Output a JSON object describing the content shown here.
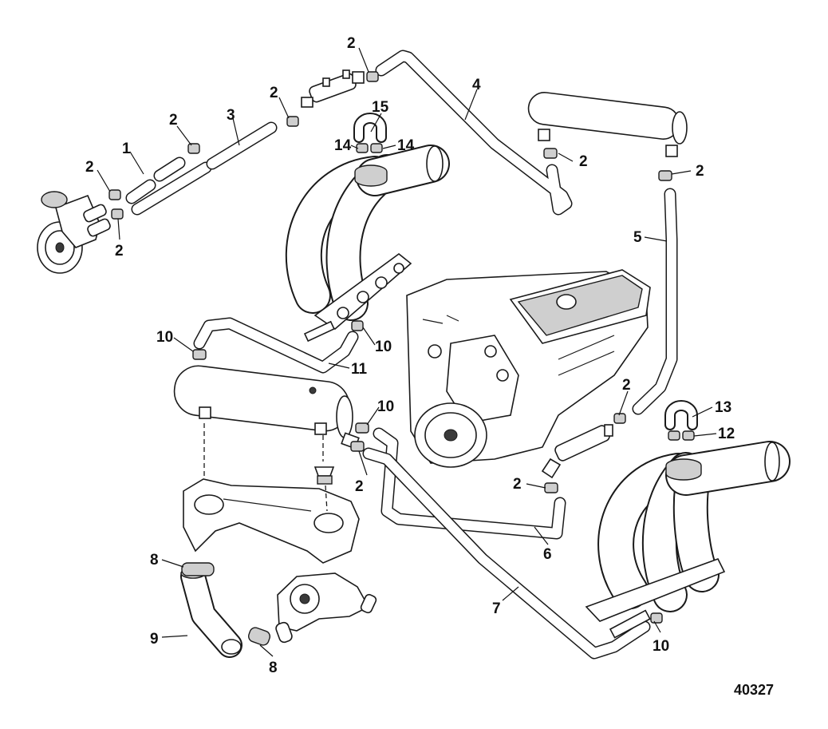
{
  "figure_number": "40327",
  "callouts": {
    "c1": "1",
    "c2a": "2",
    "c2b": "2",
    "c2c": "2",
    "c2d": "2",
    "c2e": "2",
    "c2f": "2",
    "c2g": "2",
    "c2h": "2",
    "c2i": "2",
    "c2j": "2",
    "c3": "3",
    "c4": "4",
    "c5": "5",
    "c6": "6",
    "c7": "7",
    "c8a": "8",
    "c8b": "8",
    "c9": "9",
    "c10a": "10",
    "c10b": "10",
    "c10c": "10",
    "c10d": "10",
    "c11": "11",
    "c12": "12",
    "c13": "13",
    "c14a": "14",
    "c14b": "14",
    "c15": "15"
  }
}
